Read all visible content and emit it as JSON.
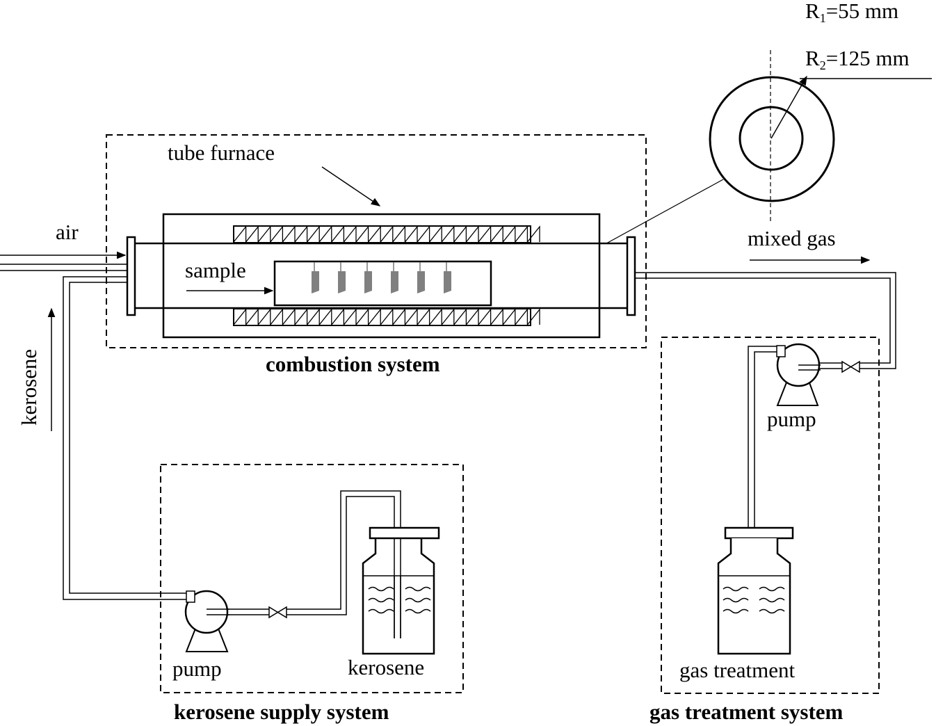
{
  "labels": {
    "radius1": {
      "symbol": "R",
      "subscript": "1",
      "value": "=55 mm"
    },
    "radius2": {
      "symbol": "R",
      "subscript": "2",
      "value": "=125 mm"
    },
    "tube_furnace": "tube furnace",
    "air": "air",
    "sample": "sample",
    "mixed_gas": "mixed gas",
    "kerosene_flow": "kerosene",
    "pump_treatment": "pump",
    "pump_supply": "pump",
    "kerosene_tank": "kerosene",
    "gas_treatment_tank": "gas treatment"
  },
  "systems": {
    "combustion": "combustion system",
    "kerosene_supply": "kerosene supply system",
    "gas_treatment": "gas treatment system"
  }
}
